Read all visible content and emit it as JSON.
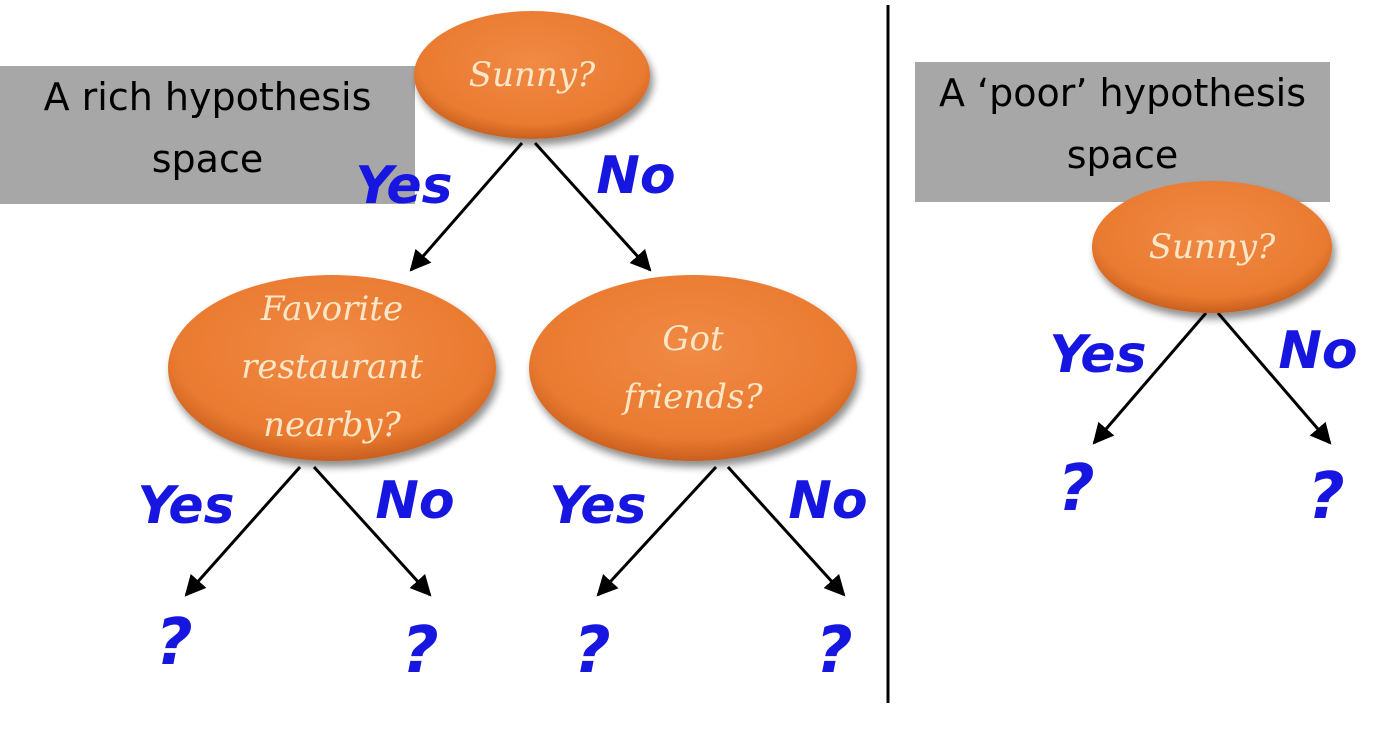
{
  "left_panel": {
    "title_line1": "A rich hypothesis",
    "title_line2": "space",
    "root": "Sunny?",
    "node_left": [
      "Favorite",
      "restaurant",
      "nearby?"
    ],
    "node_right": [
      "Got",
      "friends?"
    ],
    "yes": "Yes",
    "no": "No",
    "leaf": "?"
  },
  "right_panel": {
    "title_line1": "A ‘poor’ hypothesis",
    "title_line2": "space",
    "root": "Sunny?",
    "yes": "Yes",
    "no": "No",
    "leaf": "?"
  },
  "colors": {
    "node_fill": "#ee8038",
    "node_text": "#fbe6c8",
    "branch_label": "#1616e0",
    "label_box": "#a7a7a7"
  }
}
